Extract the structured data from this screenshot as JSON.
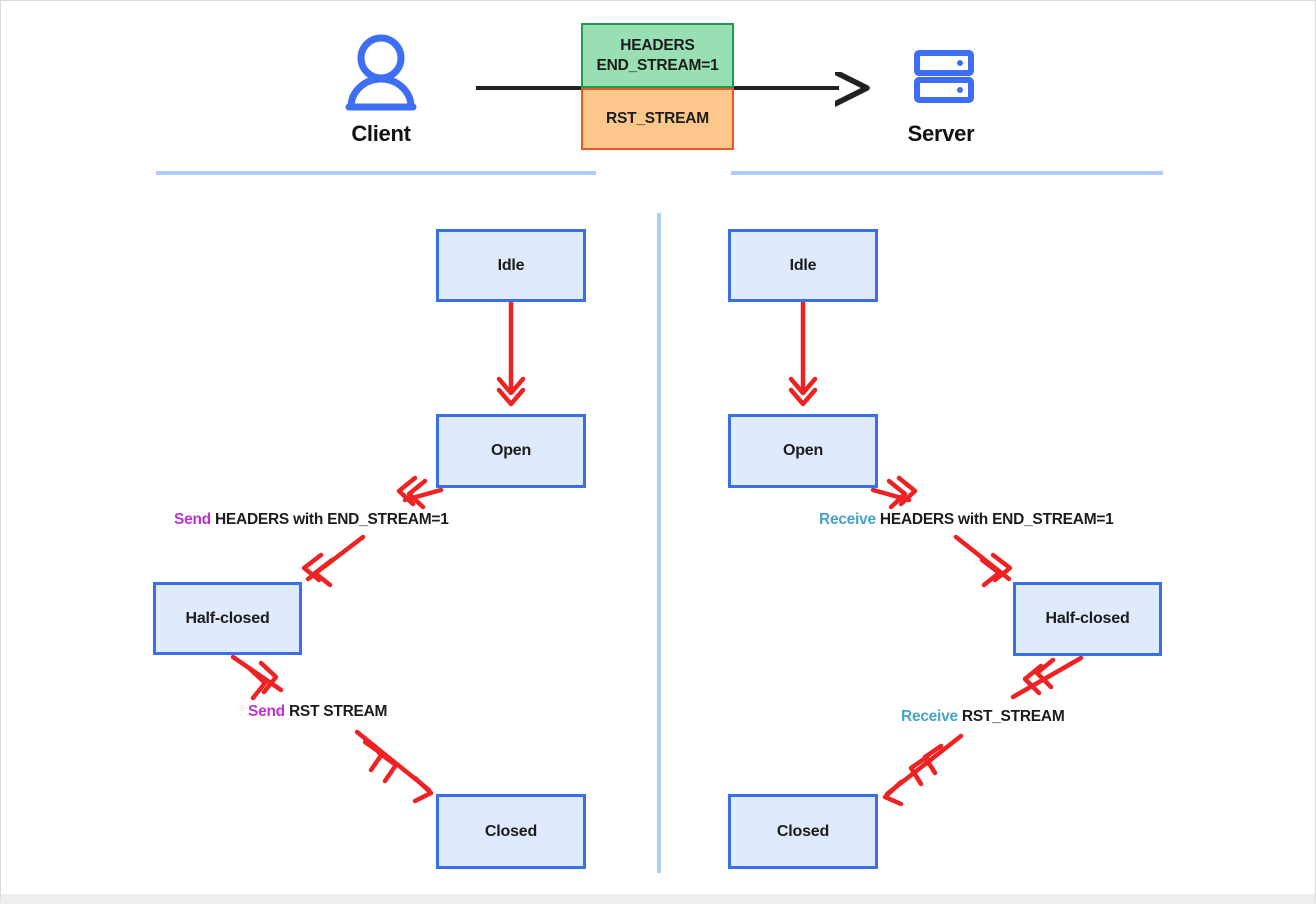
{
  "diagram": {
    "title": "HTTP/2 stream state transitions for client and server",
    "colors": {
      "state_fill": "#dfeafc",
      "state_border": "#3b6fe8",
      "arrow_red": "#ee2222",
      "headers_frame_fill": "#98e0b4",
      "headers_frame_border": "#1f9c50",
      "rst_frame_fill": "#fbc78a",
      "rst_frame_border": "#f0571f",
      "send_keyword": "#c12fd4",
      "receive_keyword": "#4aa3c4",
      "divider": "#aecbf7",
      "flow_arrow": "#222222"
    }
  },
  "header": {
    "client": {
      "label": "Client",
      "icon": "user-icon"
    },
    "server": {
      "label": "Server",
      "icon": "server-rack-icon"
    },
    "flow_arrow": {
      "direction": "client-to-server",
      "icon": "right-arrow-icon"
    },
    "frames": [
      {
        "id": "headers",
        "label": "HEADERS\nEND_STREAM=1"
      },
      {
        "id": "rst",
        "label": "RST_STREAM"
      }
    ]
  },
  "client_side": {
    "states": [
      {
        "id": "idle",
        "label": "Idle"
      },
      {
        "id": "open",
        "label": "Open"
      },
      {
        "id": "half-closed",
        "label": "Half-closed"
      },
      {
        "id": "closed",
        "label": "Closed"
      }
    ],
    "transitions": [
      {
        "from": "idle",
        "to": "open",
        "label": ""
      },
      {
        "from": "open",
        "to": "half-closed",
        "keyword": "Send",
        "text": "HEADERS with END_STREAM=1"
      },
      {
        "from": "half-closed",
        "to": "closed",
        "keyword": "Send",
        "text": "RST STREAM"
      }
    ]
  },
  "server_side": {
    "states": [
      {
        "id": "idle",
        "label": "Idle"
      },
      {
        "id": "open",
        "label": "Open"
      },
      {
        "id": "half-closed",
        "label": "Half-closed"
      },
      {
        "id": "closed",
        "label": "Closed"
      }
    ],
    "transitions": [
      {
        "from": "idle",
        "to": "open",
        "label": ""
      },
      {
        "from": "open",
        "to": "half-closed",
        "keyword": "Receive",
        "text": "HEADERS with END_STREAM=1"
      },
      {
        "from": "half-closed",
        "to": "closed",
        "keyword": "Receive",
        "text": "RST_STREAM"
      }
    ]
  }
}
